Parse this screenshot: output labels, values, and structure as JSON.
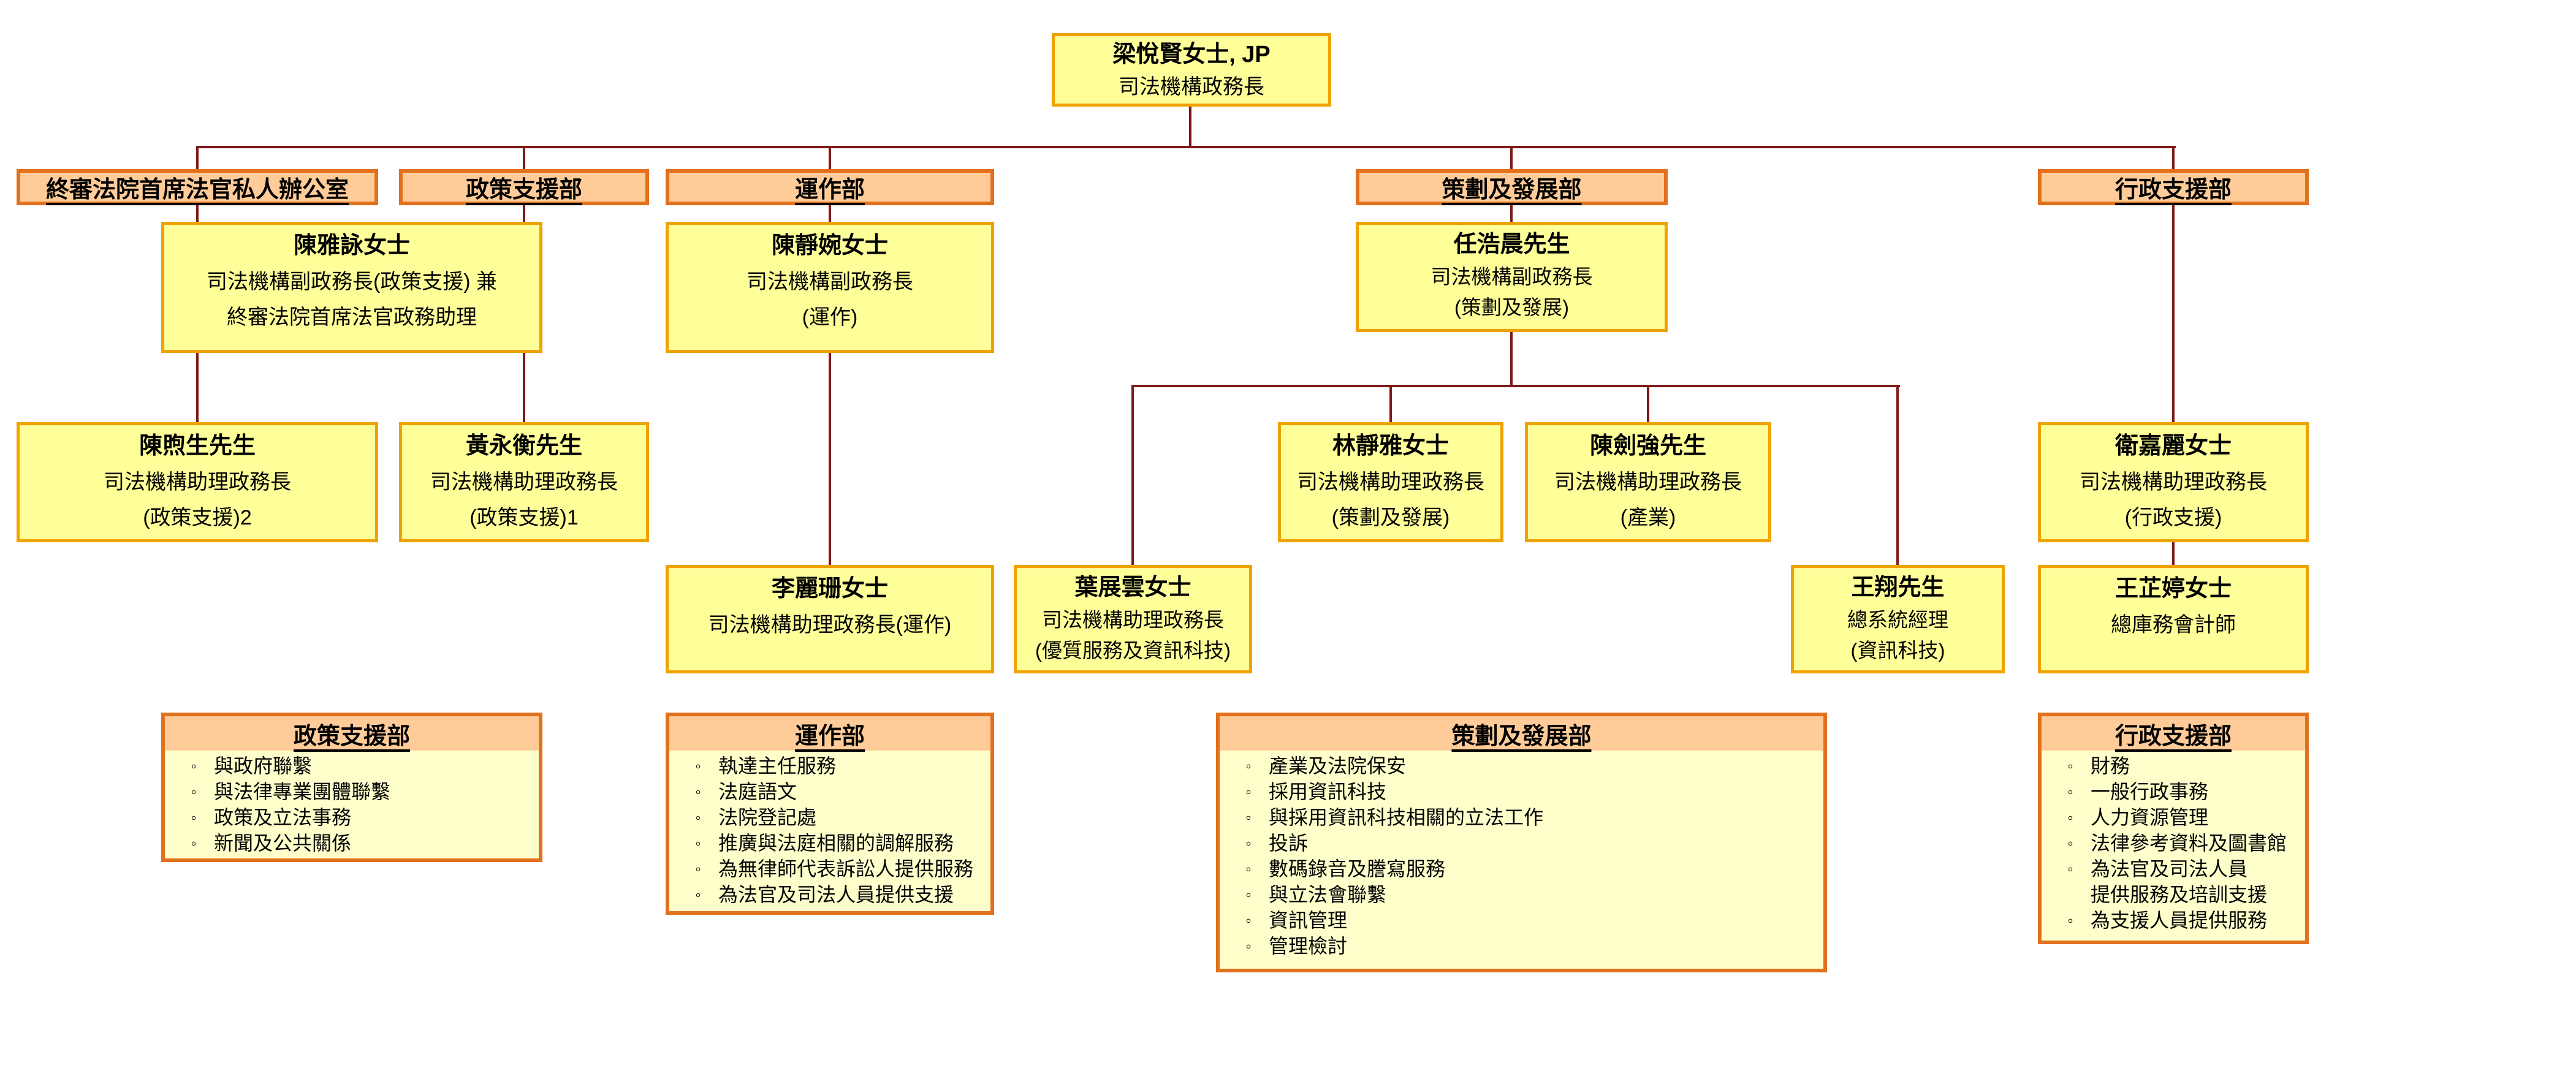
{
  "org": {
    "top": {
      "name": "梁悅賢女士, JP",
      "title": "司法機構政務長"
    },
    "departments": [
      "終審法院首席法官私人辦公室",
      "政策支援部",
      "運作部",
      "策劃及發展部",
      "行政支援部"
    ],
    "people": [
      {
        "name": "陳雅詠女士",
        "line1": "司法機構副政務長(政策支援) 兼",
        "line2": "終審法院首席法官政務助理"
      },
      {
        "name": "陳靜婉女士",
        "line1": "司法機構副政務長",
        "line2": "(運作)"
      },
      {
        "name": "任浩晨先生",
        "line1": "司法機構副政務長",
        "line2": "(策劃及發展)"
      },
      {
        "name": "陳煦生先生",
        "line1": "司法機構助理政務長",
        "line2": "(政策支援)2"
      },
      {
        "name": "黃永衡先生",
        "line1": "司法機構助理政務長",
        "line2": "(政策支援)1"
      },
      {
        "name": "林靜雅女士",
        "line1": "司法機構助理政務長",
        "line2": "(策劃及發展)"
      },
      {
        "name": "陳劍強先生",
        "line1": "司法機構助理政務長",
        "line2": "(產業)"
      },
      {
        "name": "衛嘉麗女士",
        "line1": "司法機構助理政務長",
        "line2": "(行政支援)"
      },
      {
        "name": "李麗珊女士",
        "line1": "司法機構助理政務長(運作)"
      },
      {
        "name": "葉展雲女士",
        "line1": "司法機構助理政務長",
        "line2": "(優質服務及資訊科技)"
      },
      {
        "name": "王翔先生",
        "line1": "總系統經理",
        "line2": "(資訊科技)"
      },
      {
        "name": "王芷婷女士",
        "line1": "總庫務會計師"
      }
    ],
    "lists": [
      {
        "title": "政策支援部",
        "items": [
          "與政府聯繫",
          "與法律專業團體聯繫",
          "政策及立法事務",
          "新聞及公共關係"
        ]
      },
      {
        "title": "運作部",
        "items": [
          "執達主任服務",
          "法庭語文",
          "法院登記處",
          "推廣與法庭相關的調解服務",
          "為無律師代表訴訟人提供服務",
          "為法官及司法人員提供支援"
        ]
      },
      {
        "title": "策劃及發展部",
        "items": [
          "產業及法院保安",
          "採用資訊科技",
          "與採用資訊科技相關的立法工作",
          "投訴",
          "數碼錄音及謄寫服務",
          "與立法會聯繫",
          "資訊管理",
          "管理檢討"
        ]
      },
      {
        "title": "行政支援部",
        "items": [
          "財務",
          "一般行政事務",
          "人力資源管理",
          "法律參考資料及圖書館",
          "為法官及司法人員\n提供服務及培訓支援",
          "為支援人員提供服務"
        ]
      }
    ],
    "bullet": "◦",
    "colors": {
      "connector": "#7E1A1A",
      "person_fill": "#FFFF99",
      "person_border": "#F0A202",
      "dept_fill": "#FFCC99",
      "dept_border": "#E2711D",
      "list_fill": "#FFFFCC",
      "text": "#000000"
    }
  }
}
